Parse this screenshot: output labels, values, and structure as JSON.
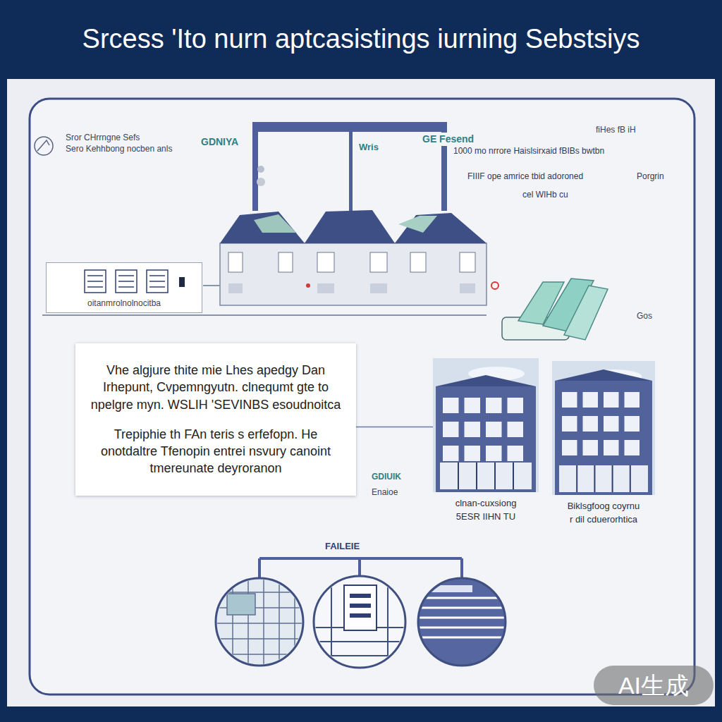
{
  "diagram": {
    "title": "Srcess 'Ito nurn aptcasistings iurning Sebstsiys",
    "nodes": [
      {
        "text": [
          "oitanmrolnolnocitba"
        ]
      },
      {
        "text": [
          "Vhe algjure thite mie Lhes apedgy Dan Irhepunt, Cvpemngyutn. clnequmt gte to npelgre myn. WSLIH 'SEVINBS esoudnoitca",
          "Trepiphie th FAn teris s erfefopn. He onotdaltre Tfenopin entrei nsvury canoint tmereunate deyroranon"
        ]
      },
      {
        "text": [
          "clnan-cuxsiong",
          "5ESR IIHN TU"
        ]
      },
      {
        "text": [
          "Biklsgfoog coyrnu",
          "r dil cduerorhtica"
        ]
      }
    ],
    "edges": [
      {
        "from": 1,
        "to": 2,
        "arrow": "none"
      }
    ],
    "labels": [
      "Sror CHrrngne Sefs",
      "Sero Kehhbong nocben anls",
      "GDNIYA",
      "Wris",
      "GE Fesend",
      "fiHes fB iH",
      "1000 mo nrrore Haislsirxaid fBIBs bwtbn",
      "FIIIF ope amrice tbid adoroned",
      "Porgrin",
      "cel WIHb cu",
      "Gos",
      "GDIUIK",
      "Enaioe",
      "FAILEIE",
      "AI生成"
    ]
  }
}
